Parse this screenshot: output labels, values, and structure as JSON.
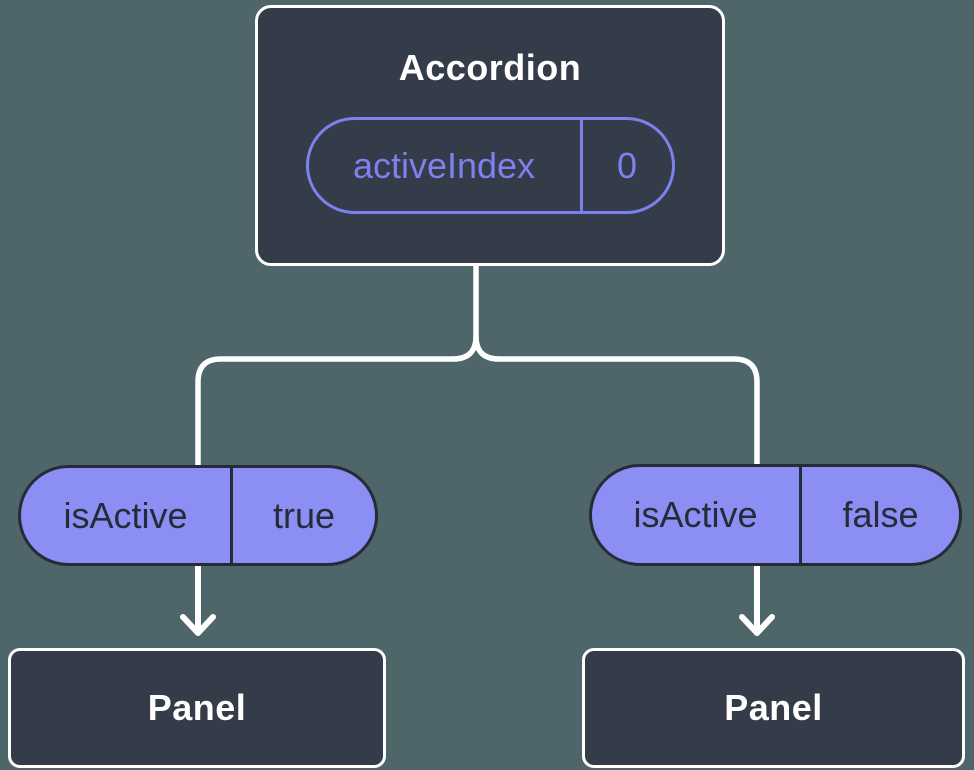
{
  "tree": {
    "root": {
      "title": "Accordion",
      "state": {
        "label": "activeIndex",
        "value": "0"
      }
    },
    "children": [
      {
        "prop": {
          "label": "isActive",
          "value": "true"
        },
        "component": "Panel"
      },
      {
        "prop": {
          "label": "isActive",
          "value": "false"
        },
        "component": "Panel"
      }
    ]
  },
  "colors": {
    "background": "#4e656a",
    "node_fill": "#343b49",
    "node_border": "#ffffff",
    "accent_lavender": "#8b8ef2",
    "accent_lavender_outline": "#7c81ee",
    "dark_text": "#262c37",
    "wire": "#ffffff"
  },
  "icons": {
    "down_arrow_left": "arrow-down",
    "down_arrow_right": "arrow-down"
  }
}
